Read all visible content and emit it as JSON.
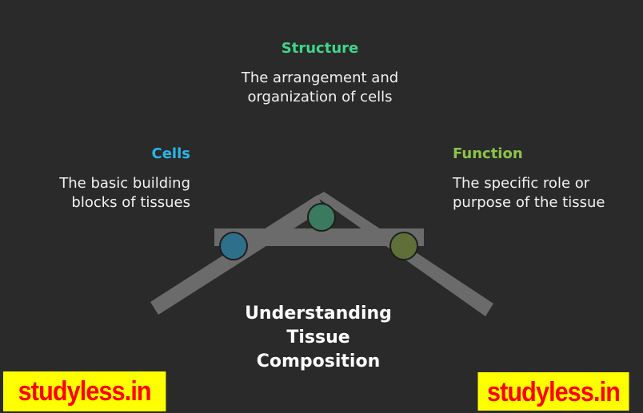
{
  "diagram": {
    "title": "Understanding Tissue Composition",
    "title_lines": [
      "Understanding",
      "Tissue",
      "Composition"
    ],
    "items": [
      {
        "key": "cells",
        "title": "Cells",
        "description": "The basic building blocks of tissues",
        "color": "#29b6e8",
        "node_color": "#2e6f8a"
      },
      {
        "key": "structure",
        "title": "Structure",
        "description": "The arrangement and organization of cells",
        "color": "#3dd68c",
        "node_color": "#3a7a5e"
      },
      {
        "key": "function",
        "title": "Function",
        "description": "The specific role or purpose of the tissue",
        "color": "#8bc34a",
        "node_color": "#5e7038"
      }
    ]
  },
  "watermarks": {
    "left": "studyless.in",
    "right": "studyless.in"
  },
  "colors": {
    "background": "#2a2a2a",
    "beam": "#6b6b6b",
    "watermark_bg": "#ffff00",
    "watermark_text": "#ff0000"
  }
}
